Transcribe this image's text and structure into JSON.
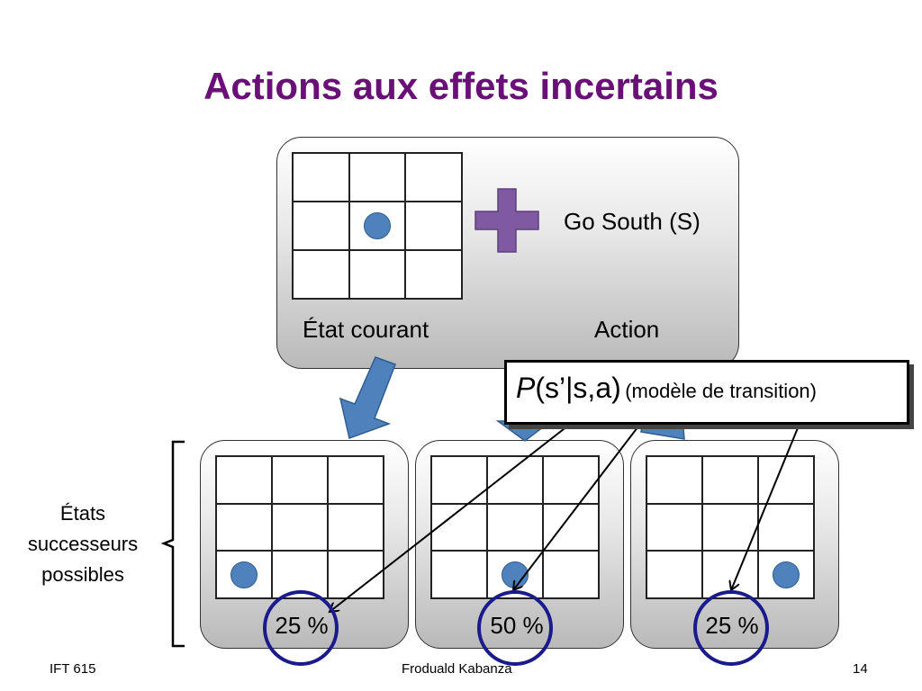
{
  "title": "Actions aux effets incertains",
  "top_box": {
    "state_label": "État courant",
    "action_label": "Action",
    "action_name": "Go South (S)"
  },
  "transition_model": {
    "formula_p": "P",
    "formula_rest": "(s’|s,a)",
    "description": "(modèle de transition)"
  },
  "successors_label": {
    "line1": "États",
    "line2": "successeurs",
    "line3": "possibles"
  },
  "successor_states": [
    {
      "probability": "25 %",
      "dot_cell": "bottom-left"
    },
    {
      "probability": "50 %",
      "dot_cell": "bottom-center"
    },
    {
      "probability": "25 %",
      "dot_cell": "bottom-right"
    }
  ],
  "current_state": {
    "dot_cell": "center"
  },
  "colors": {
    "title": "#6b0f78",
    "dot": "#4f81bd",
    "arrow": "#4f81bd",
    "plus": "#7f5aa3",
    "ring": "#1a1a8c"
  },
  "footer": {
    "course": "IFT 615",
    "author": "Froduald Kabanza",
    "page": "14"
  }
}
